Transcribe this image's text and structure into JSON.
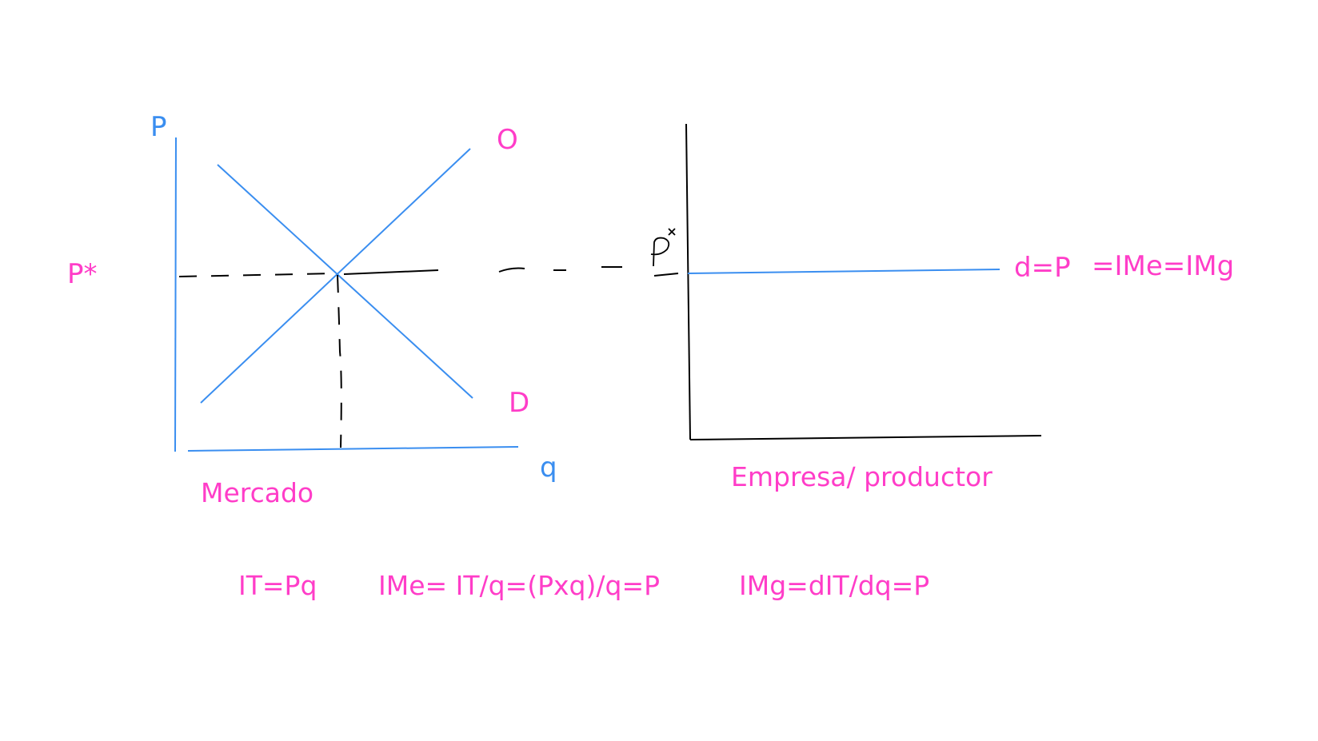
{
  "market": {
    "axis_y_label": "P",
    "axis_x_label": "q",
    "supply_label": "O",
    "demand_label": "D",
    "equilibrium_price_label": "P*",
    "caption": "Mercado"
  },
  "firm": {
    "price_mark": "P*",
    "demand_label": "d=P",
    "revenue_label": "=IMe=IMg",
    "caption": "Empresa/ productor"
  },
  "formulas": {
    "total_revenue": "IT=Pq",
    "average_revenue": "IMe= IT/q=(Pxq)/q=P",
    "marginal_revenue": "IMg=dIT/dq=P"
  },
  "colors": {
    "pink": "#ff3dc8",
    "blue": "#3a8ef0",
    "black": "#000000"
  }
}
